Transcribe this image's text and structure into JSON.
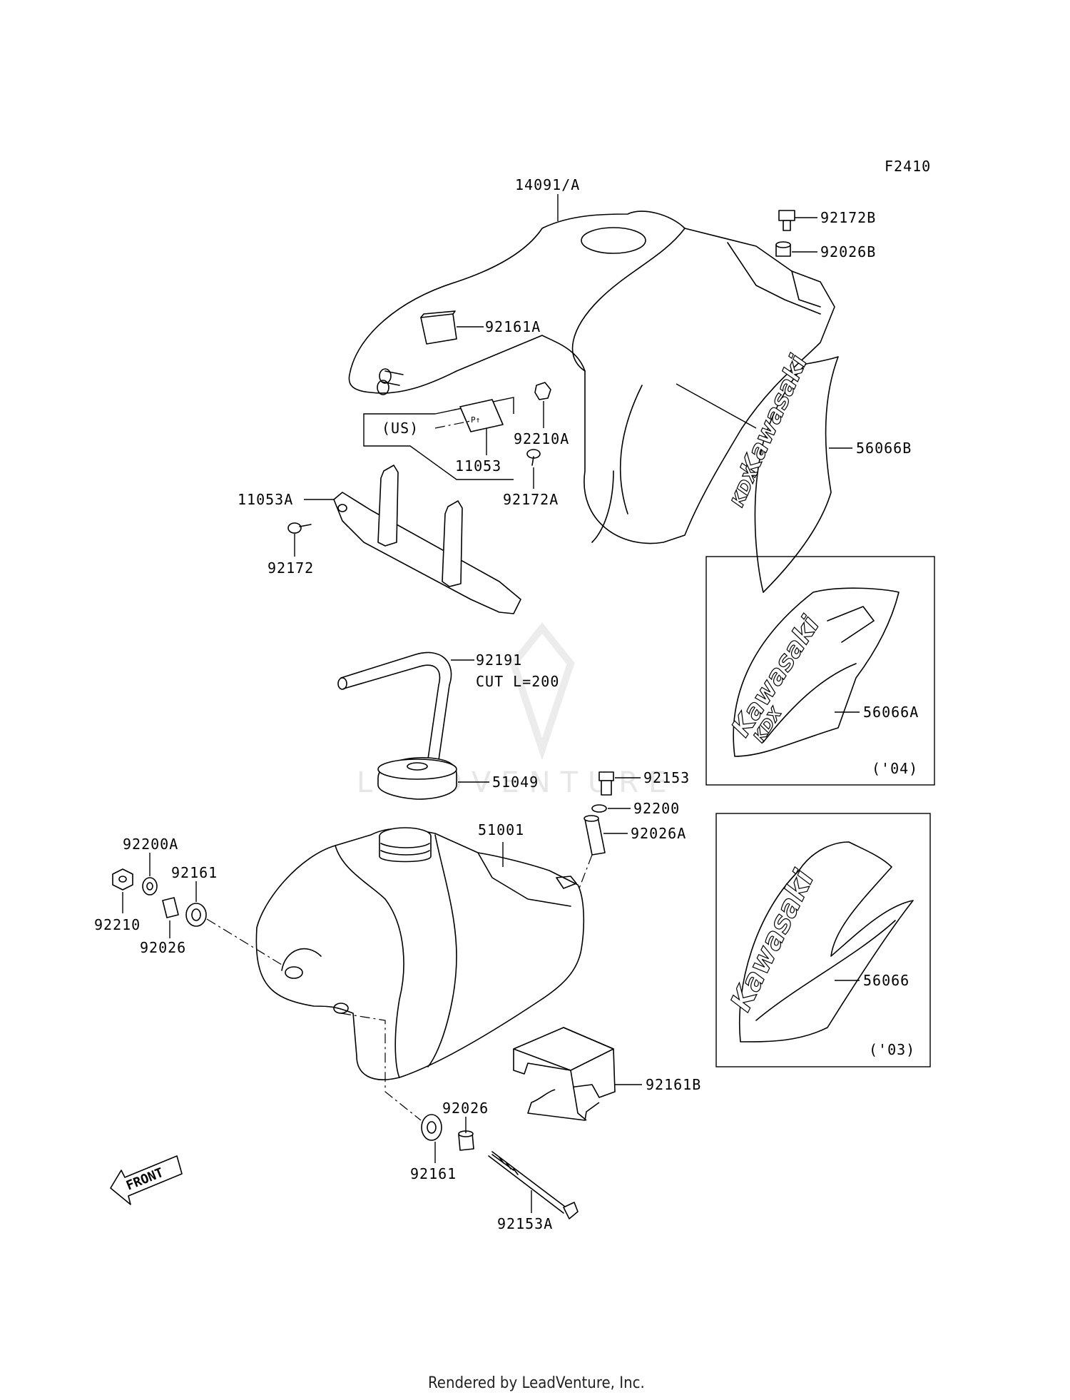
{
  "figure_code": "F2410",
  "callouts": {
    "c14091A": "14091/A",
    "c92172B": "92172B",
    "c92026B": "92026B",
    "c92161A": "92161A",
    "cUS": "(US)",
    "c92210A": "92210A",
    "c11053": "11053",
    "c92172A": "92172A",
    "c56066B": "56066B",
    "c11053A": "11053A",
    "c92172": "92172",
    "c92191": "92191",
    "cCut": "CUT L=200",
    "c56066A": "56066A",
    "cYear04": "('04)",
    "c92153": "92153",
    "c51049": "51049",
    "c92200": "92200",
    "c51001": "51001",
    "c92026A": "92026A",
    "c92200A": "92200A",
    "c92161": "92161",
    "c92210": "92210",
    "c92026": "92026",
    "c56066": "56066",
    "cYear03": "('03)",
    "c92161B": "92161B",
    "c92026b": "92026",
    "c92161b": "92161",
    "c92153A": "92153A"
  },
  "decals": {
    "brand": "Kawasaki",
    "model": "KDX"
  },
  "front_arrow": "FRONT",
  "watermark": "LEADVENTURE",
  "footer": "Rendered by LeadVenture, Inc."
}
